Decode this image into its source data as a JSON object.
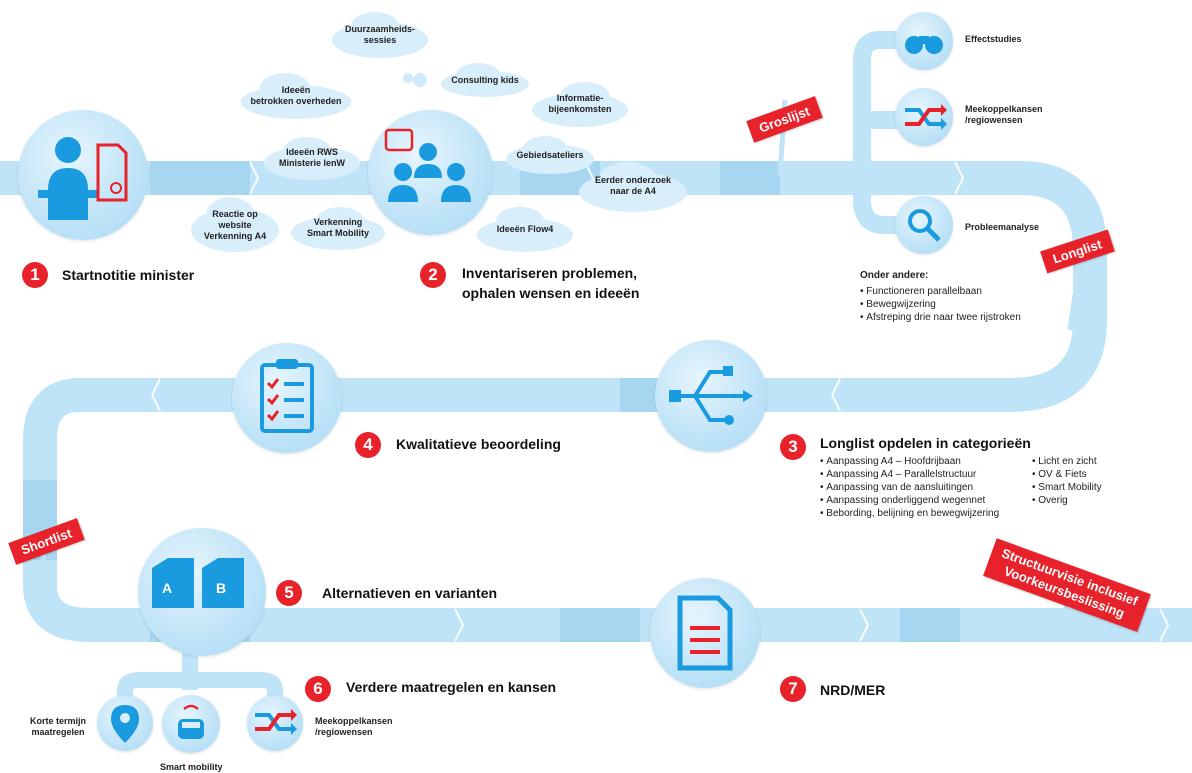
{
  "colors": {
    "track": "#bfe3f7",
    "track_dark": "#9fd2ef",
    "icon": "#1a9be0",
    "accent": "#e8222a"
  },
  "clouds": [
    {
      "id": "duurzaamheid",
      "text": "Duurzaamheids-\nsessies"
    },
    {
      "id": "consulting",
      "text": "Consulting kids"
    },
    {
      "id": "overheden",
      "text": "Ideeën\nbetrokken overheden"
    },
    {
      "id": "informatie",
      "text": "Informatie-\nbijeenkomsten"
    },
    {
      "id": "rws",
      "text": "Ideeën RWS\nMinisterie IenW"
    },
    {
      "id": "gebied",
      "text": "Gebiedsateliers"
    },
    {
      "id": "reactie",
      "text": "Reactie op\nwebsite\nVerkenning A4"
    },
    {
      "id": "smart",
      "text": "Verkenning\nSmart Mobility"
    },
    {
      "id": "eerder",
      "text": "Eerder onderzoek\nnaar de A4"
    },
    {
      "id": "flow",
      "text": "Ideeën Flow4"
    }
  ],
  "steps": [
    {
      "num": "1",
      "label": "Startnotitie minister"
    },
    {
      "num": "2",
      "label": "Inventariseren problemen,\nophalen wensen en ideeën"
    },
    {
      "num": "3",
      "label": "Longlist opdelen in categorieën"
    },
    {
      "num": "4",
      "label": "Kwalitatieve beoordeling"
    },
    {
      "num": "5",
      "label": "Alternatieven en varianten"
    },
    {
      "num": "6",
      "label": "Verdere maatregelen en kansen"
    },
    {
      "num": "7",
      "label": "NRD/MER"
    }
  ],
  "flags": {
    "groslijst": "Groslijst",
    "longlist": "Longlist",
    "shortlist": "Shortlist",
    "structuur": "Structuurvisie inclusief\nVoorkeursbeslissing"
  },
  "branch_top": {
    "effect": "Effectstudies",
    "meekoppel": "Meekoppelkansen\n/regiowensen",
    "probleem": "Probleemanalyse"
  },
  "onder_andere": {
    "heading": "Onder andere:",
    "items": [
      "Functioneren parallelbaan",
      "Bewegwijzering",
      "Afstreping drie naar twee rijstroken"
    ]
  },
  "longlist_col1": [
    "Aanpassing A4 – Hoofdrijbaan",
    "Aanpassing A4 – Parallelstructuur",
    "Aanpassing van de aansluitingen",
    "Aanpassing onderliggend wegennet",
    "Bebording, belijning en bewegwijzering"
  ],
  "longlist_col2": [
    "Licht en zicht",
    "OV & Fiets",
    "Smart Mobility",
    "Overig"
  ],
  "boxes": {
    "a": "A",
    "b": "B"
  },
  "branch_bottom": {
    "korte": "Korte termijn\nmaatregelen",
    "smart": "Smart mobility",
    "meekoppel": "Meekoppelkansen\n/regiowensen"
  }
}
